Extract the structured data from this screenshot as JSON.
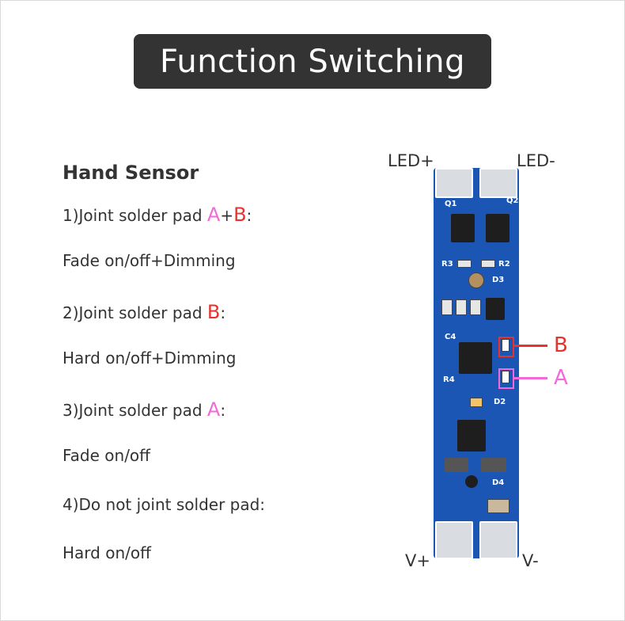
{
  "title": "Function Switching",
  "section_heading": "Hand Sensor",
  "options": [
    {
      "prefix": "1)Joint solder pad ",
      "pad_a": "A",
      "plus": "+",
      "pad_b": "B",
      "suffix": ":",
      "result": "Fade on/off+Dimming"
    },
    {
      "prefix": "2)Joint solder pad ",
      "pad_b": "B",
      "suffix": ":",
      "result": "Hard on/off+Dimming"
    },
    {
      "prefix": "3)Joint solder pad ",
      "pad_a": "A",
      "suffix": ":",
      "result": "Fade on/off"
    },
    {
      "prefix": "4)Do not joint solder pad:",
      "result": "Hard on/off"
    }
  ],
  "board": {
    "led_plus": "LED+",
    "led_minus": "LED-",
    "v_plus": "V+",
    "v_minus": "V-",
    "callout_b": "B",
    "callout_a": "A",
    "silkscreen": [
      "Q1",
      "Q2",
      "R3",
      "R2",
      "D3",
      "C4",
      "R4",
      "D2",
      "D4"
    ]
  },
  "colors": {
    "title_bg": "#333333",
    "pad_a": "#f26ad9",
    "pad_b": "#e8322c",
    "pcb": "#1c56b5"
  }
}
